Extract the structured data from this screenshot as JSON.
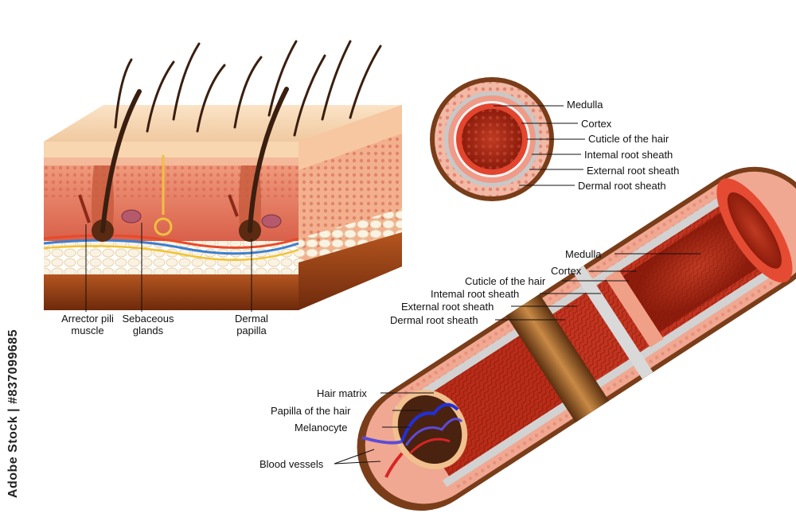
{
  "skin_block_labels": {
    "arrector": "Arrector pili muscle",
    "sebaceous": "Sebaceous glands",
    "dermal": "Dermal papilla"
  },
  "cross_section_labels": [
    "Medulla",
    "Cortex",
    "Cuticle of the hair",
    "Intemal root sheath",
    "External root sheath",
    "Dermal root sheath"
  ],
  "follicle_labels": [
    "Medulla",
    "Cortex",
    "Cuticle of the hair",
    "Intemal root sheath",
    "External root sheath",
    "Dermal root sheath"
  ],
  "bulb_labels": [
    "Hair matrix",
    "Papilla of the hair",
    "Melanocyte",
    "Blood vessels"
  ],
  "stock_id": "Adobe Stock | #837099685",
  "colors": {
    "epidermis": "#f3cfa6",
    "dermis": "#e8826a",
    "fat": "#f7ecd8",
    "muscle": "#8a3a14",
    "hair": "#3a1f10",
    "medulla": "#9c2010",
    "cortex": "#e3452f",
    "sheath_gray": "#c8c8c8",
    "dermal_brown": "#7a3d1a"
  }
}
